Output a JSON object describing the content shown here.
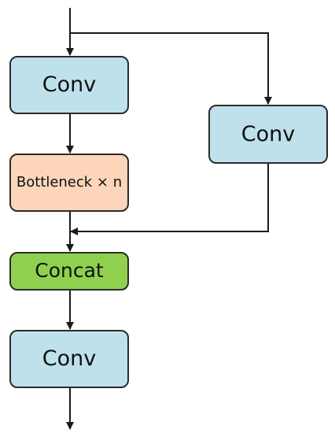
{
  "nodes": {
    "conv_top": {
      "label": "Conv",
      "color": "#bfe1ec"
    },
    "conv_side": {
      "label": "Conv",
      "color": "#bfe1ec"
    },
    "bottleneck": {
      "label": "Bottleneck × n",
      "color": "#fcd5bb"
    },
    "concat": {
      "label": "Concat",
      "color": "#8fd14f"
    },
    "conv_bottom": {
      "label": "Conv",
      "color": "#bfe1ec"
    }
  },
  "edges": [
    {
      "from": "input",
      "to": "conv_top"
    },
    {
      "from": "input",
      "to": "conv_side"
    },
    {
      "from": "conv_top",
      "to": "bottleneck"
    },
    {
      "from": "bottleneck",
      "to": "concat"
    },
    {
      "from": "conv_side",
      "to": "concat"
    },
    {
      "from": "concat",
      "to": "conv_bottom"
    },
    {
      "from": "conv_bottom",
      "to": "output"
    }
  ],
  "colors": {
    "line": "#1a1a1a",
    "border": "#2b2b2b"
  }
}
